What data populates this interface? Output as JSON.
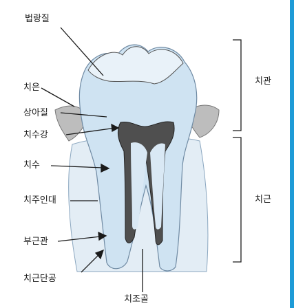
{
  "labels": {
    "enamel": "법랑질",
    "gingiva": "치은",
    "dentin": "상아질",
    "pulp_cavity": "치수강",
    "pulp": "치수",
    "periodontal_ligament": "치주인대",
    "accessory_canal": "부근관",
    "apical_foramen": "치근단공",
    "alveolar_bone": "치조골",
    "crown": "치관",
    "root": "치근"
  },
  "colors": {
    "accent_bar": "#1e9bd7",
    "tooth_fill": "#cfe3f2",
    "pulp_fill": "#4a4a4a",
    "bone_fill": "#dfe9f2",
    "gum_fill": "#b9b9b9",
    "line": "#1a1a1a"
  }
}
